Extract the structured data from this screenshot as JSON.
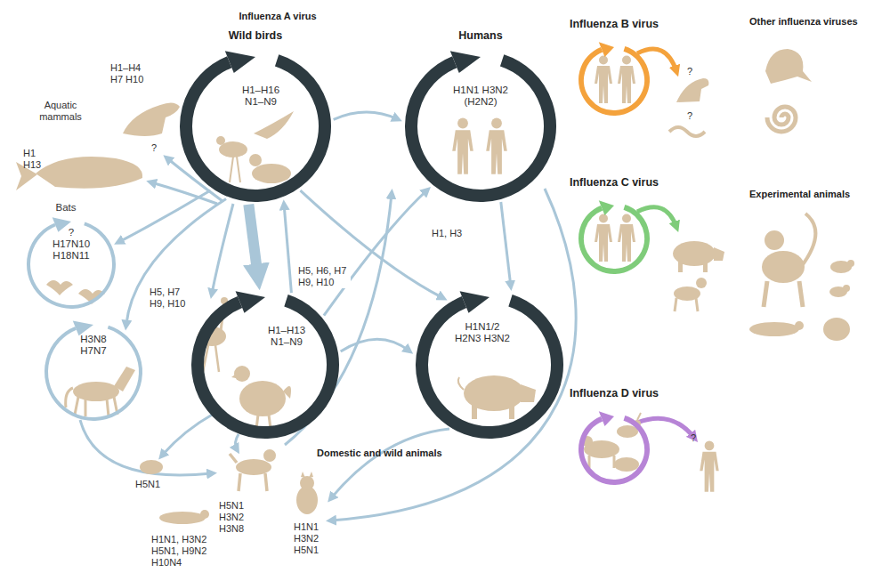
{
  "diagram": {
    "nodes": [
      {
        "text": [
          "Wild birds",
          "H1–H16 N1–N9"
        ]
      },
      {
        "text": [
          "Humans",
          "H1N1 H3N2 (H2N2)"
        ]
      },
      {
        "text": [
          "H1–H13 N1–N9"
        ]
      },
      {
        "text": [
          "H1N1/2 H2N3 H3N2"
        ]
      },
      {
        "text": [
          "Bats",
          "? H17N10 H18N11"
        ]
      },
      {
        "text": [
          "H3N8 H7N7"
        ]
      },
      {
        "text": [
          "Influenza B virus"
        ]
      },
      {
        "text": [
          "Influenza C virus"
        ]
      },
      {
        "text": [
          "Influenza D virus"
        ]
      }
    ],
    "edges": [
      {
        "from": 0,
        "to": 2,
        "arrow": "to"
      },
      {
        "from": 2,
        "to": 0,
        "arrow": "to"
      },
      {
        "from": 0,
        "to": 1,
        "arrow": "to"
      },
      {
        "from": 0,
        "to": 3,
        "arrow": "to"
      },
      {
        "from": 0,
        "to": 4,
        "arrow": "to"
      },
      {
        "from": 0,
        "to": 5,
        "arrow": "to"
      },
      {
        "from": 2,
        "to": 1,
        "label": "H5, H6, H7 H9, H10",
        "arrow": "to"
      },
      {
        "from": 2,
        "to": 3,
        "arrow": "to"
      },
      {
        "from": 1,
        "to": 3,
        "label": "H1, H3",
        "arrow": "to"
      }
    ],
    "labels": [
      "Influenza A virus",
      "Aquatic mammals",
      "H1–H4 H7 H10",
      "?",
      "H1 H13",
      "H5, H7 H9, H10",
      "H5N1",
      "H5N1 H3N2 H3N8",
      "H1N1 H3N2 H5N1",
      "H1N1, H3N2 H5N1, H9N2 H10N4",
      "Domestic and wild animals",
      "?",
      "?",
      "Other influenza viruses",
      "Experimental animals",
      "?"
    ]
  }
}
